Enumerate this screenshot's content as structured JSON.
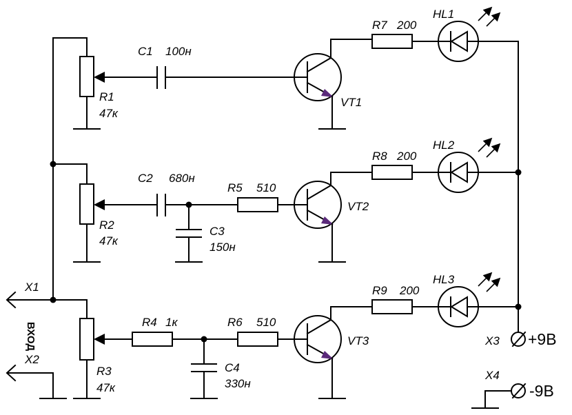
{
  "inputs": {
    "x1": "X1",
    "x2": "X2",
    "input_label": "ВХОД"
  },
  "power": {
    "x3": "X3",
    "x3_value": "+9В",
    "x4": "X4",
    "x4_value": "-9В"
  },
  "stage1": {
    "pot": "R1",
    "pot_value": "47к",
    "cap": "C1",
    "cap_value": "100н",
    "transistor": "VT1",
    "resistor": "R7",
    "resistor_value": "200",
    "led": "HL1"
  },
  "stage2": {
    "pot": "R2",
    "pot_value": "47к",
    "cap": "C2",
    "cap_value": "680н",
    "shunt_cap": "C3",
    "shunt_cap_value": "150н",
    "base_resistor": "R5",
    "base_resistor_value": "510",
    "transistor": "VT2",
    "resistor": "R8",
    "resistor_value": "200",
    "led": "HL2"
  },
  "stage3": {
    "pot": "R3",
    "pot_value": "47к",
    "series_resistor": "R4",
    "series_resistor_value": "1к",
    "shunt_cap": "C4",
    "shunt_cap_value": "330н",
    "base_resistor": "R6",
    "base_resistor_value": "510",
    "transistor": "VT3",
    "resistor": "R9",
    "resistor_value": "200",
    "led": "HL3"
  }
}
